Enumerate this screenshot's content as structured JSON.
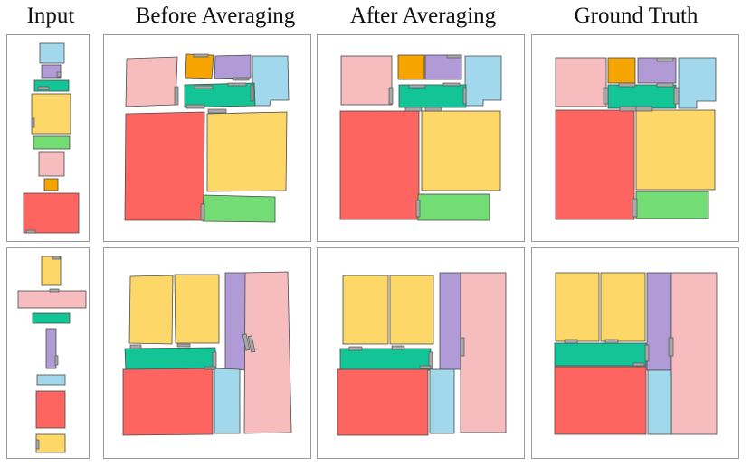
{
  "titles": {
    "input": "Input",
    "before": "Before Averaging",
    "after": "After Averaging",
    "truth": "Ground Truth"
  },
  "colors": {
    "pink": "#f6bcbe",
    "orange": "#f6a400",
    "purple": "#b19bd6",
    "blue": "#a2d8ec",
    "teal": "#12c496",
    "yellow": "#fdd767",
    "red": "#fe6460",
    "green": "#74dc74",
    "panel_border": "#9a9a9a",
    "connector": "#a8a8a8"
  }
}
